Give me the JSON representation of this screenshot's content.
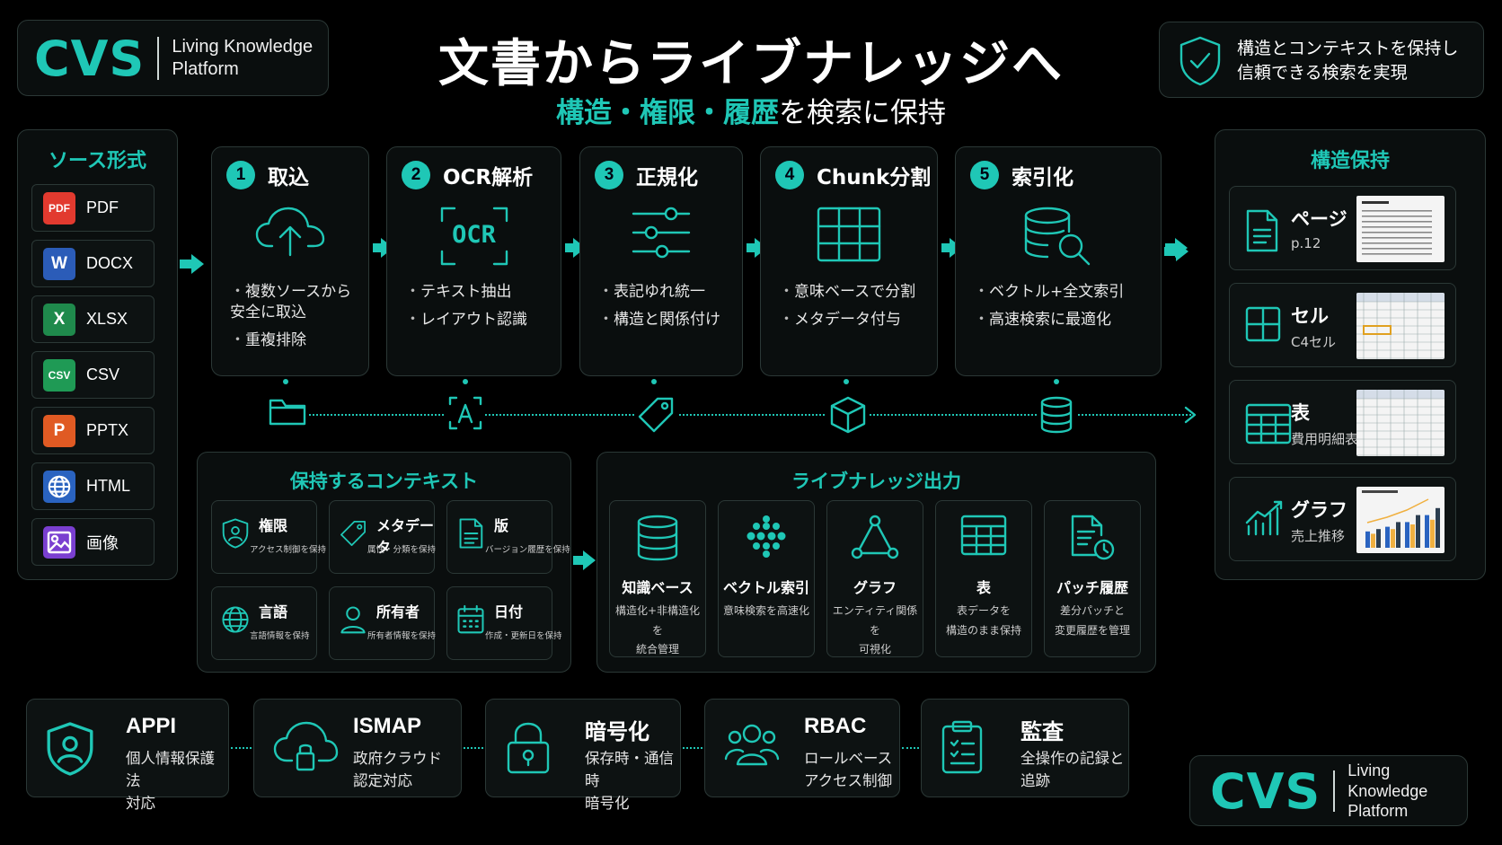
{
  "logo": {
    "brand": "CVS",
    "line1": "Living Knowledge",
    "line2": "Platform"
  },
  "title": "文書からライブナレッジへ",
  "subtitle": {
    "h1": "構造",
    "sep1": "・",
    "h2": "権限",
    "sep2": "・",
    "h3": "履歴",
    "rest": "を検索に保持"
  },
  "badge": {
    "line1": "構造とコンテキストを保持し",
    "line2": "信頼できる検索を実現"
  },
  "sources": {
    "title": "ソース形式",
    "items": [
      {
        "label": "PDF",
        "icon": "pdf-icon",
        "color": "#e23a2f",
        "glyph": "PDF"
      },
      {
        "label": "DOCX",
        "icon": "word-icon",
        "color": "#2b5cb8",
        "glyph": "W"
      },
      {
        "label": "XLSX",
        "icon": "excel-icon",
        "color": "#1f8a4c",
        "glyph": "X"
      },
      {
        "label": "CSV",
        "icon": "csv-icon",
        "color": "#1f9a55",
        "glyph": "CSV"
      },
      {
        "label": "PPTX",
        "icon": "powerpoint-icon",
        "color": "#e05a23",
        "glyph": "P"
      },
      {
        "label": "HTML",
        "icon": "globe-icon",
        "color": "#2a63c0",
        "glyph": ""
      },
      {
        "label": "画像",
        "icon": "image-icon",
        "color": "#7a3fd0",
        "glyph": ""
      }
    ]
  },
  "steps": [
    {
      "num": "1",
      "title": "取込",
      "icon": "cloud-upload-icon",
      "bullets": [
        "複数ソースから\n安全に取込",
        "重複排除"
      ]
    },
    {
      "num": "2",
      "title": "OCR解析",
      "icon": "ocr-scan-icon",
      "icon_text": "OCR",
      "bullets": [
        "テキスト抽出",
        "レイアウト認識"
      ]
    },
    {
      "num": "3",
      "title": "正規化",
      "icon": "sliders-icon",
      "bullets": [
        "表記ゆれ統一",
        "構造と関係付け"
      ]
    },
    {
      "num": "4",
      "title": "Chunk分割",
      "icon": "grid-icon",
      "bullets": [
        "意味ベースで分割",
        "メタデータ付与"
      ]
    },
    {
      "num": "5",
      "title": "索引化",
      "icon": "database-search-icon",
      "bullets": [
        "ベクトル+全文索引",
        "高速検索に最適化"
      ]
    }
  ],
  "context": {
    "title": "保持するコンテキスト",
    "cards": [
      {
        "title": "権限",
        "sub": "アクセス制御を保持",
        "icon": "shield-user-icon"
      },
      {
        "title": "メタデータ",
        "sub": "属性・分類を保持",
        "icon": "tag-icon"
      },
      {
        "title": "版",
        "sub": "バージョン履歴を保持",
        "icon": "document-icon"
      },
      {
        "title": "言語",
        "sub": "言語情報を保持",
        "icon": "globe-icon"
      },
      {
        "title": "所有者",
        "sub": "所有者情報を保持",
        "icon": "user-icon"
      },
      {
        "title": "日付",
        "sub": "作成・更新日を保持",
        "icon": "calendar-icon"
      }
    ]
  },
  "outputs": {
    "title": "ライブナレッジ出力",
    "cards": [
      {
        "title": "知識ベース",
        "sub1": "構造化+非構造化を",
        "sub2": "統合管理",
        "icon": "database-icon"
      },
      {
        "title": "ベクトル索引",
        "sub1": "意味検索を高速化",
        "sub2": "",
        "icon": "vector-dots-icon"
      },
      {
        "title": "グラフ",
        "sub1": "エンティティ関係を",
        "sub2": "可視化",
        "icon": "graph-icon"
      },
      {
        "title": "表",
        "sub1": "表データを",
        "sub2": "構造のまま保持",
        "icon": "table-icon"
      },
      {
        "title": "パッチ履歴",
        "sub1": "差分パッチと",
        "sub2": "変更履歴を管理",
        "icon": "document-history-icon"
      }
    ]
  },
  "structure": {
    "title": "構造保持",
    "cards": [
      {
        "title": "ページ",
        "sub": "p.12",
        "icon": "page-icon",
        "thumb": "document"
      },
      {
        "title": "セル",
        "sub": "C4セル",
        "icon": "cell-grid-icon",
        "thumb": "sheet"
      },
      {
        "title": "表",
        "sub": "費用明細表",
        "icon": "table-icon",
        "thumb": "table"
      },
      {
        "title": "グラフ",
        "sub": "売上推移",
        "icon": "bar-chart-icon",
        "thumb": "chart"
      }
    ]
  },
  "compliance": [
    {
      "title": "APPI",
      "sub": "個人情報保護法\n対応",
      "icon": "shield-user-icon"
    },
    {
      "title": "ISMAP",
      "sub": "政府クラウド\n認定対応",
      "icon": "cloud-lock-icon"
    },
    {
      "title": "暗号化",
      "sub": "保存時・通信時\n暗号化",
      "icon": "lock-icon"
    },
    {
      "title": "RBAC",
      "sub": "ロールベース\nアクセス制御",
      "icon": "users-icon"
    },
    {
      "title": "監査",
      "sub": "全操作の記録と\n追跡",
      "icon": "clipboard-icon"
    }
  ],
  "colors": {
    "accent": "#1fc7b6",
    "panel_border": "#2b3836",
    "background": "#000000"
  }
}
